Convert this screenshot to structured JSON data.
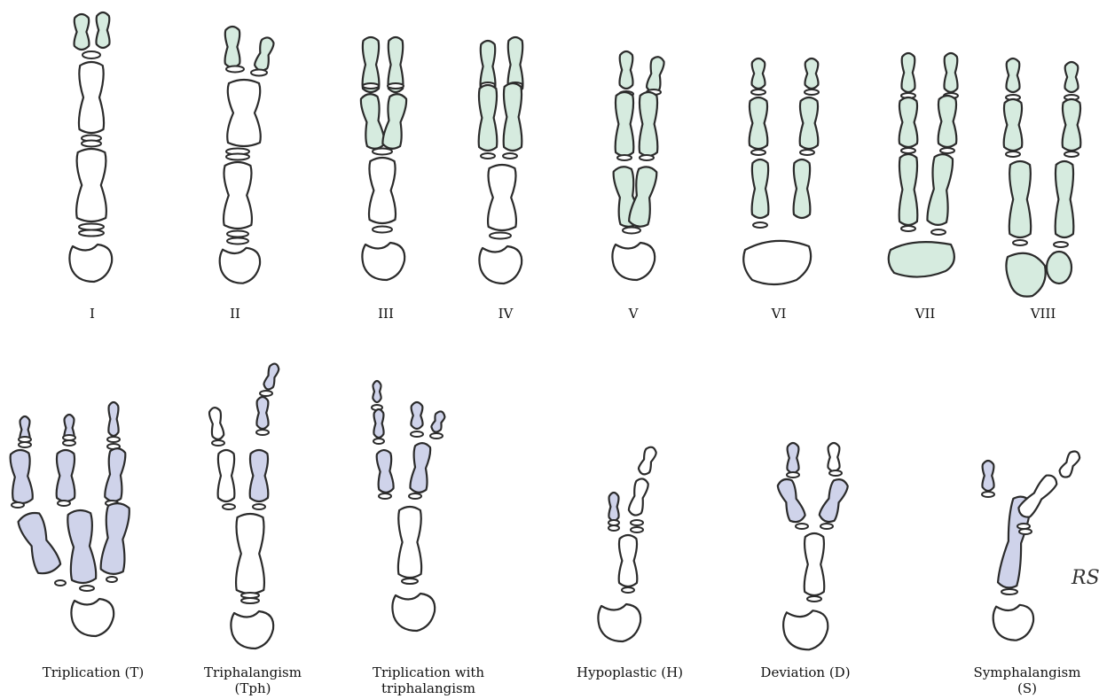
{
  "colors": {
    "wassel_fill": "#d6ebdf",
    "anomaly_fill": "#cfd3ea",
    "outline": "#2b2b2b",
    "background": "#ffffff"
  },
  "wassel_types": [
    {
      "label": "I"
    },
    {
      "label": "II"
    },
    {
      "label": "III"
    },
    {
      "label": "IV"
    },
    {
      "label": "V"
    },
    {
      "label": "VI"
    },
    {
      "label": "VII"
    },
    {
      "label": "VIII"
    }
  ],
  "anomalies": [
    {
      "label": "Triplication (T)"
    },
    {
      "label": "Triphalangism\n(Tph)"
    },
    {
      "label": "Triplication with\ntriphalangism"
    },
    {
      "label": "Hypoplastic (H)"
    },
    {
      "label": "Deviation (D)"
    },
    {
      "label": "Symphalangism (S)"
    }
  ],
  "signature": "RS"
}
